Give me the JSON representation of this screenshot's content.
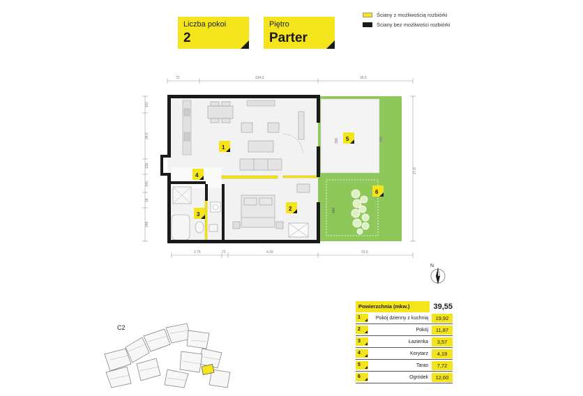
{
  "header": {
    "rooms": {
      "label": "Liczba pokoi",
      "value": "2"
    },
    "floor": {
      "label": "Piętro",
      "value": "Parter"
    }
  },
  "legend": [
    {
      "label": "Ściany z możliwością rozbiórki",
      "color": "#f4e41c"
    },
    {
      "label": "Ściany bez możliwości rozbiórki",
      "color": "#1a1a1a"
    }
  ],
  "plan": {
    "markers": [
      "1",
      "2",
      "3",
      "4",
      "5",
      "6"
    ],
    "dimensions": {
      "top": [
        "72",
        "154,3",
        "26,5"
      ],
      "bottom": [
        "2,75",
        "72",
        "4,30",
        "33,5"
      ],
      "left": [
        "107",
        "34,6",
        "130",
        "141",
        "18",
        "246"
      ],
      "terrace_height": "300",
      "terrace_width": "400",
      "garden_height": "460",
      "garden_total": "27,8"
    },
    "colors": {
      "wall": "#1a1a1a",
      "partition": "#f4e41c",
      "garden": "#8fc85a",
      "floor": "#f2f2f2"
    }
  },
  "compass": {
    "label": "N"
  },
  "area": {
    "title": "Powierzchnia (mkw.)",
    "total": "39,55",
    "rows": [
      {
        "num": "1",
        "name": "Pokój dzienny z kuchnią",
        "value": "19,92"
      },
      {
        "num": "2",
        "name": "Pokój",
        "value": "11,87"
      },
      {
        "num": "3",
        "name": "Łazienka",
        "value": "3,57"
      },
      {
        "num": "4",
        "name": "Korytarz",
        "value": "4,19"
      },
      {
        "num": "5",
        "name": "Taras",
        "value": "7,72"
      },
      {
        "num": "6",
        "name": "Ogródek",
        "value": "12,60"
      }
    ]
  },
  "site": {
    "label": "C2"
  }
}
